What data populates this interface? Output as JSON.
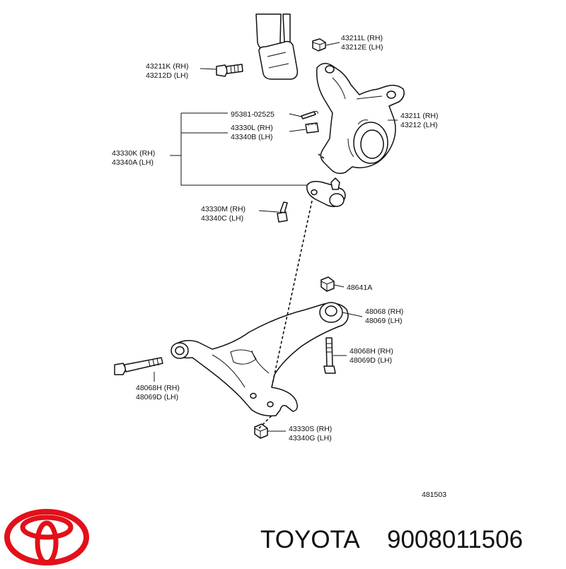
{
  "labels": {
    "strut_bolt": [
      "43211K (RH)",
      "43212D (LH)"
    ],
    "strut_nut": [
      "43211L (RH)",
      "43212E (LH)"
    ],
    "cotter_pin": [
      "95381-02525"
    ],
    "castle_nut": [
      "43330L (RH)",
      "43340B (LH)"
    ],
    "knuckle": [
      "43211 (RH)",
      "43212 (LH)"
    ],
    "ball_joint": [
      "43330K (RH)",
      "43340A (LH)"
    ],
    "ball_joint_bolt": [
      "43330M (RH)",
      "43340C (LH)"
    ],
    "bushing_nut": [
      "48641A"
    ],
    "arm": [
      "48068 (RH)",
      "48069 (LH)"
    ],
    "rear_bolt": [
      "48068H (RH)",
      "48069D (LH)"
    ],
    "front_bolt": [
      "48068H (RH)",
      "48069D (LH)"
    ],
    "ball_joint_nut": [
      "43330S (RH)",
      "43340G (LH)"
    ]
  },
  "diagram_code": "481503",
  "brand": "TOYOTA",
  "part_number": "9008011506",
  "colors": {
    "brand_red": "#e2101a",
    "ink": "#111111"
  }
}
